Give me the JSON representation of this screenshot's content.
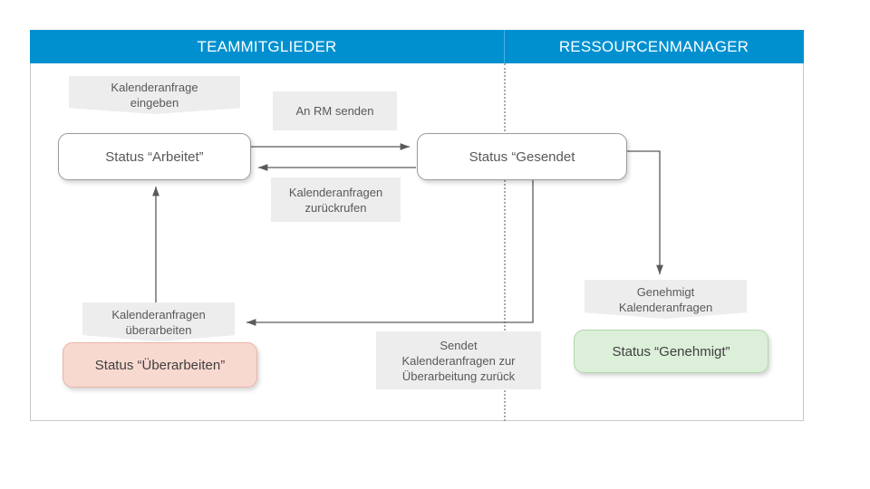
{
  "header": {
    "lane_left": "TEAMMITGLIEDER",
    "lane_right": "RESSOURCENMANAGER",
    "band_color": "#0090d0",
    "band_text_color": "#ffffff"
  },
  "boxes": [
    {
      "id": "arbeitet",
      "label": "Status “Arbeitet”",
      "lane": "TEAMMITGLIEDER",
      "fill": "#ffffff",
      "border": "#9b9b9b"
    },
    {
      "id": "gesendet",
      "label": "Status “Gesendet",
      "lane": "RESSOURCENMANAGER",
      "fill": "#ffffff",
      "border": "#9b9b9b"
    },
    {
      "id": "ueberarbeiten",
      "label": "Status “Überarbeiten”",
      "lane": "TEAMMITGLIEDER",
      "fill": "#f8d9d0",
      "border": "#e9b4a6"
    },
    {
      "id": "genehmigt",
      "label": "Status “Genehmigt”",
      "lane": "RESSOURCENMANAGER",
      "fill": "#dcefd9",
      "border": "#b2d9ab"
    }
  ],
  "banners": [
    {
      "id": "eingeben",
      "line1": "Kalenderanfrage",
      "line2": "eingeben",
      "fill": "#ededed"
    },
    {
      "id": "an-rm-senden",
      "line1": "An RM senden",
      "line2": "",
      "fill": "#ededed"
    },
    {
      "id": "zurueckrufen",
      "line1": "Kalenderanfragen",
      "line2": "zurückrufen",
      "fill": "#ededed"
    },
    {
      "id": "ueberarbeiten",
      "line1": "Kalenderanfragen",
      "line2": "überarbeiten",
      "fill": "#ededed"
    },
    {
      "id": "genehmigt-kalenderanfragen",
      "line1": "Genehmigt",
      "line2": "Kalenderanfragen",
      "fill": "#ededed"
    },
    {
      "id": "sendet-zurueck",
      "line1": "Sendet",
      "line2": "Kalenderanfragen zur",
      "line3": "Überarbeitung zurück",
      "fill": "#ededed"
    }
  ],
  "connectors": {
    "line_color": "#5a5a5a",
    "divider_color": "#a9a9a9",
    "divider_style": "dotted"
  },
  "frame": {
    "border_color": "#c9c9c9",
    "background": "#ffffff"
  }
}
